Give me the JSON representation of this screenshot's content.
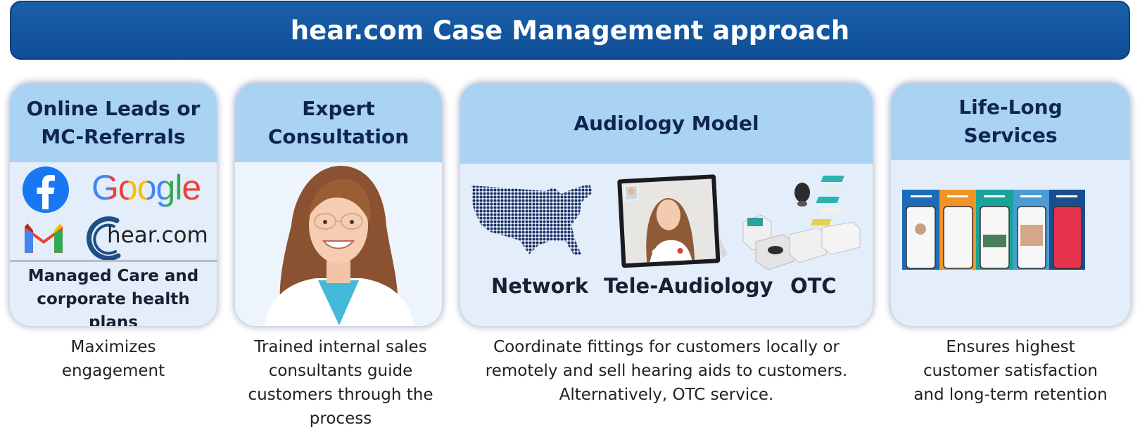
{
  "title": "hear.com Case Management approach",
  "columns": [
    {
      "heading_line1": "Online Leads or",
      "heading_line2": "MC-Referrals",
      "logos": [
        "facebook-logo",
        "google-logo",
        "gmail-logo",
        "hear-com-logo"
      ],
      "google_text": "Google",
      "hear_text": "hear.com",
      "footer_line1": "Managed Care and",
      "footer_line2": "corporate health plans",
      "caption_line1": "Maximizes",
      "caption_line2": "engagement"
    },
    {
      "heading_line1": "Expert",
      "heading_line2": "Consultation",
      "caption_line1": "Trained internal sales",
      "caption_line2": "consultants guide",
      "caption_line3": "customers through the",
      "caption_line4": "process"
    },
    {
      "heading": "Audiology Model",
      "sublabels": [
        "Network",
        "Tele-Audiology",
        "OTC"
      ],
      "caption_line1": "Coordinate fittings for customers locally or",
      "caption_line2": "remotely and sell hearing aids to customers.",
      "caption_line3": "Alternatively, OTC service."
    },
    {
      "heading_line1": "Life-Long",
      "heading_line2": "Services",
      "caption_line1": "Ensures highest",
      "caption_line2": "customer satisfaction",
      "caption_line3": "and long-term retention"
    }
  ],
  "colors": {
    "banner": "#0f4f97",
    "card_header": "#a9d2f3",
    "card_body": "#e3eefa",
    "heading_text": "#10254f"
  }
}
